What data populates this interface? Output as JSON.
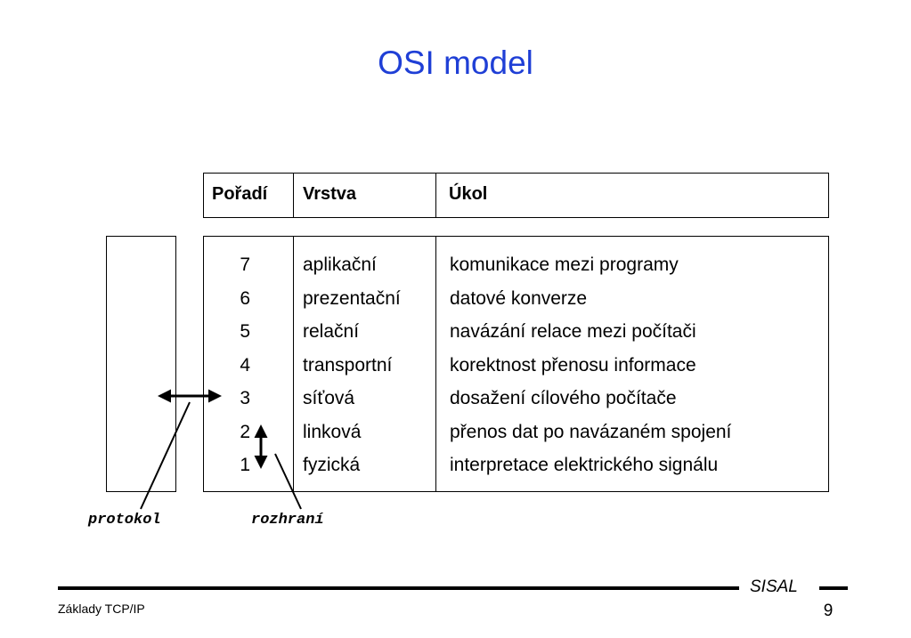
{
  "title": "OSI model",
  "table": {
    "headers": [
      "Pořadí",
      "Vrstva",
      "Úkol"
    ],
    "rows": [
      {
        "order": "7",
        "layer": "aplikační",
        "task": "komunikace mezi programy"
      },
      {
        "order": "6",
        "layer": "prezentační",
        "task": "datové konverze"
      },
      {
        "order": "5",
        "layer": "relační",
        "task": "navázání relace mezi počítači"
      },
      {
        "order": "4",
        "layer": "transportní",
        "task": "korektnost přenosu informace"
      },
      {
        "order": "3",
        "layer": "síťová",
        "task": "dosažení cílového počítače"
      },
      {
        "order": "2",
        "layer": "linková",
        "task": "přenos dat po navázaném spojení"
      },
      {
        "order": "1",
        "layer": "fyzická",
        "task": "interpretace elektrického signálu"
      }
    ]
  },
  "labels": {
    "protocol": "protokol",
    "interface": "rozhraní"
  },
  "footer": {
    "brand": "SISAL",
    "text": "Základy TCP/IP",
    "page": "9"
  },
  "colors": {
    "title": "#1f3fd6"
  }
}
